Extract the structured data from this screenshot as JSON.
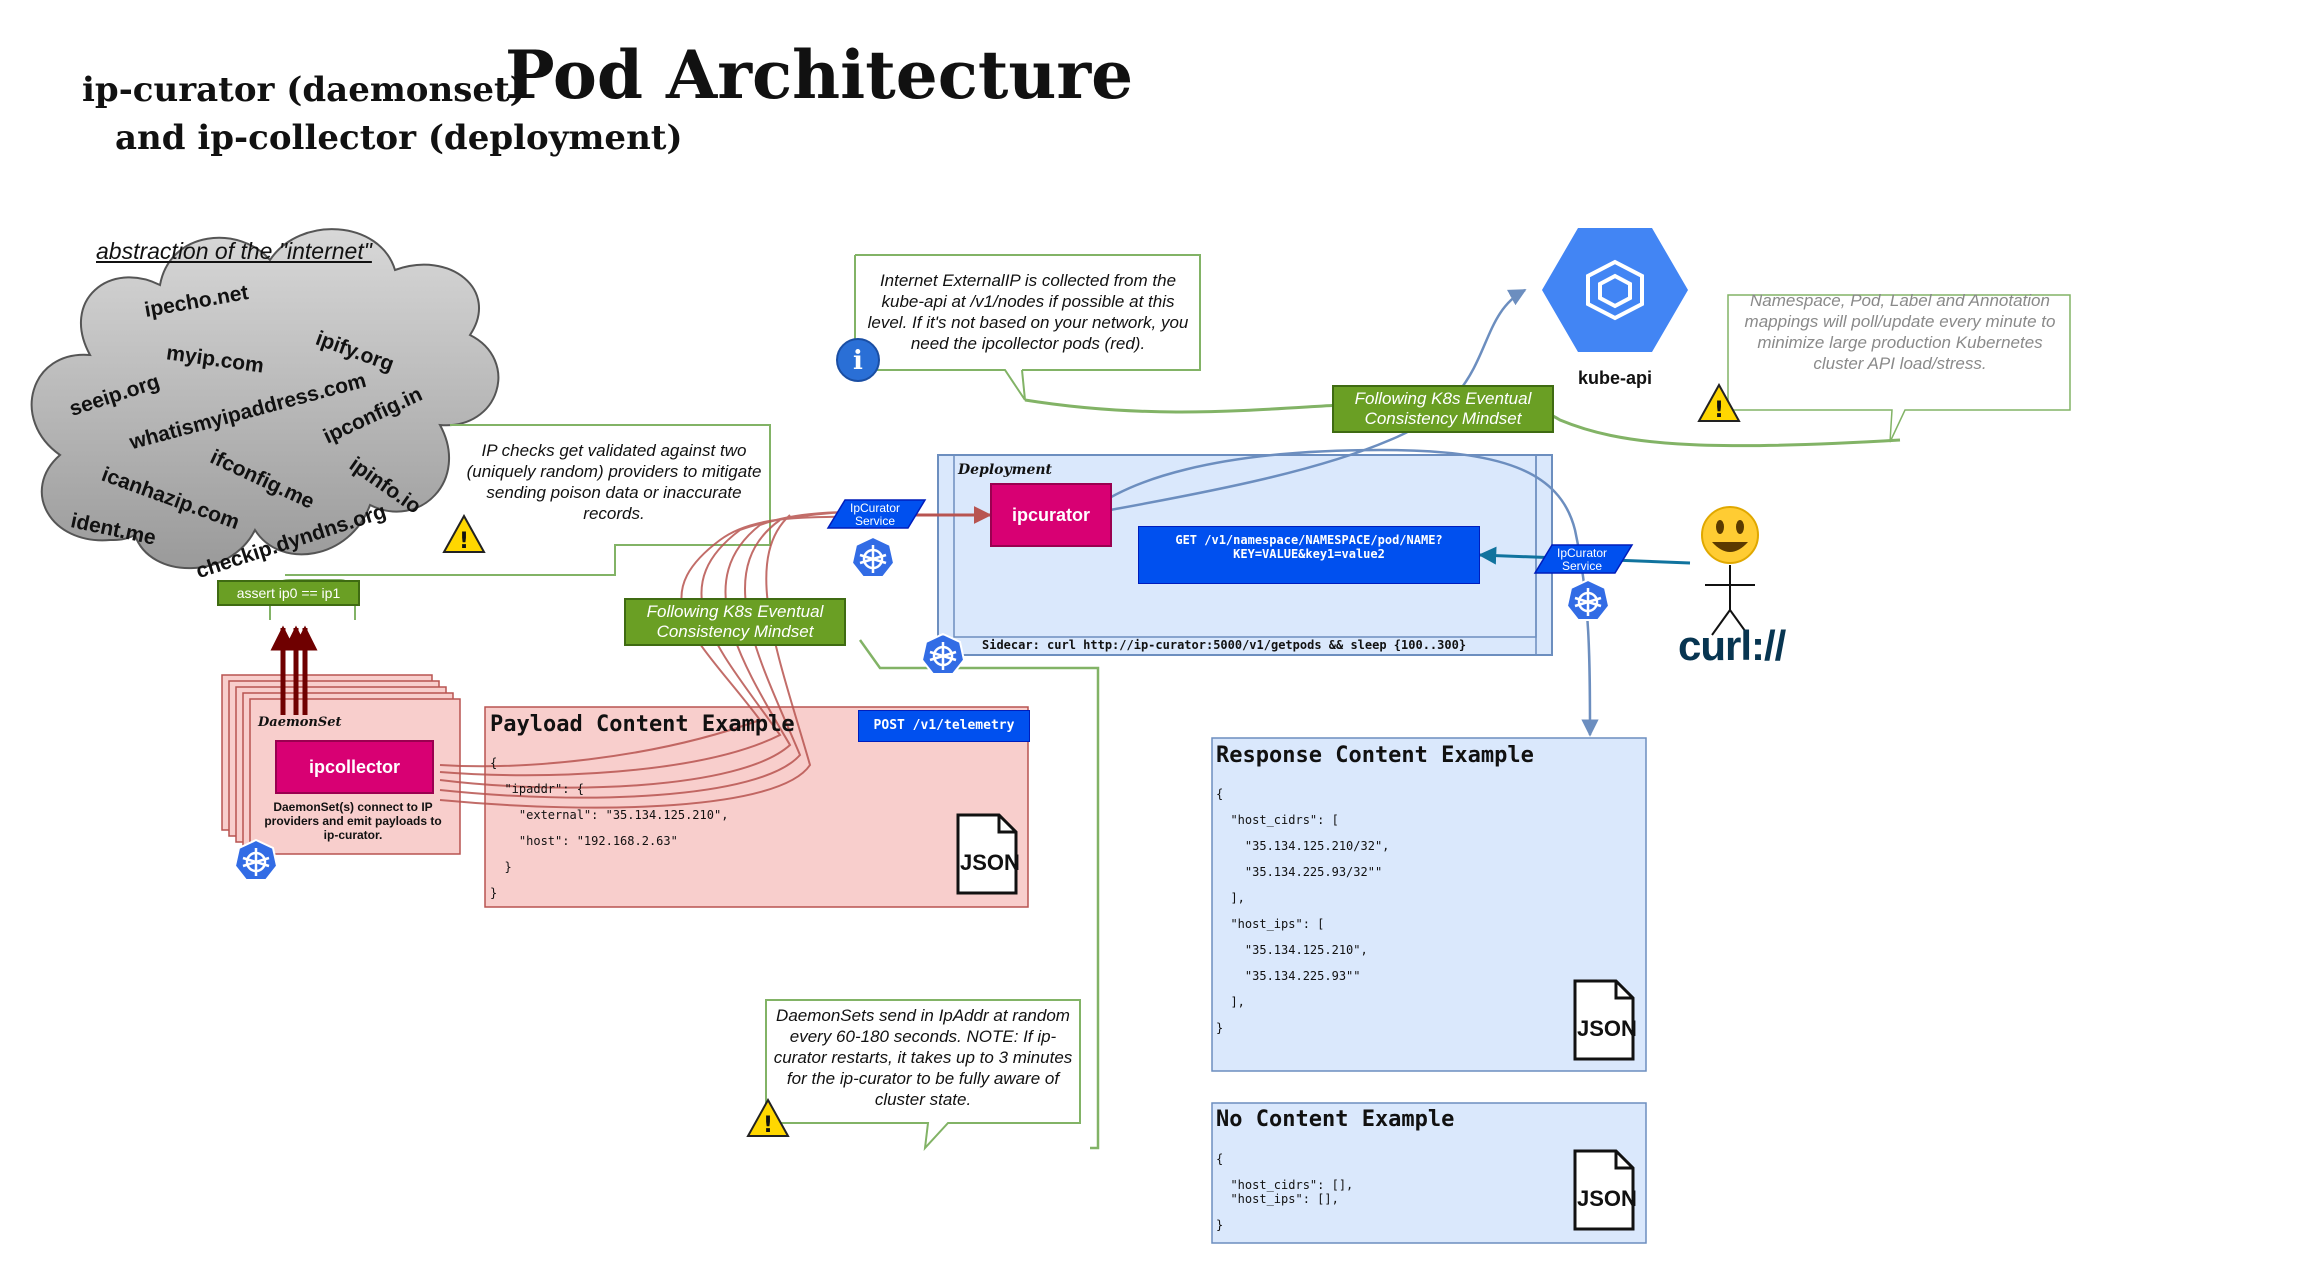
{
  "title": {
    "prefix": "ip-curator (daemonset)",
    "main": "Pod Architecture",
    "line2": "and ip-collector (deployment)"
  },
  "internet": {
    "heading": "abstraction of the \"internet\"",
    "providers": [
      "ipecho.net",
      "myip.com",
      "ipify.org",
      "seeip.org",
      "whatismyipaddress.com",
      "ipconfig.in",
      "ifconfig.me",
      "ipinfo.io",
      "icanhazip.com",
      "ident.me",
      "checkip.dyndns.org"
    ],
    "assert_label": "assert ip0 == ip1"
  },
  "notes": {
    "validation": "IP checks get validated against two (uniquely random) providers to mitigate sending poison data or inaccurate records.",
    "external_ip": "Internet ExternalIP is collected from the kube-api at /v1/nodes if possible at this level. If it's not based on your network, you need the ipcollector pods (red).",
    "polling": "Namespace, Pod, Label and Annotation mappings will poll/update every minute to minimize large production Kubernetes cluster API load/stress.",
    "daemonset_timing": "DaemonSets send in IpAddr at random every 60-180 seconds. NOTE: If ip-curator restarts, it takes up to 3 minutes for the ip-curator to be fully aware of cluster state."
  },
  "consistency_label": "Following K8s Eventual Consistency Mindset",
  "kube_api": {
    "label": "kube-api"
  },
  "service_label": "IpCurator Service",
  "deployment": {
    "title": "Deployment",
    "pod_label": "ipcurator",
    "get_request": "GET /v1/namespace/NAMESPACE/pod/NAME?\nKEY=VALUE&key1=value2",
    "sidecar": "Sidecar: curl http://ip-curator:5000/v1/getpods && sleep {100..300}"
  },
  "daemonset": {
    "title": "DaemonSet",
    "pod_label": "ipcollector",
    "description": "DaemonSet(s) connect to IP providers and emit payloads to ip-curator."
  },
  "payload": {
    "title": "Payload Content Example",
    "endpoint": "POST /v1/telemetry",
    "lines": [
      "{",
      "  \"ipaddr\": {",
      "    \"external\": \"35.134.125.210\",",
      "    \"host\": \"192.168.2.63\"",
      "  }",
      "}"
    ],
    "badge": "JSON"
  },
  "response": {
    "title": "Response Content Example",
    "lines": [
      "{",
      "  \"host_cidrs\": [",
      "    \"35.134.125.210/32\",",
      "    \"35.134.225.93/32\"\"",
      "  ],",
      "  \"host_ips\": [",
      "    \"35.134.125.210\",",
      "    \"35.134.225.93\"\"",
      "  ],",
      "}"
    ],
    "badge": "JSON"
  },
  "no_content": {
    "title": "No Content Example",
    "lines": [
      "{",
      "  \"host_cidrs\": [],",
      "  \"host_ips\": [],",
      "}"
    ],
    "badge": "JSON"
  },
  "client": {
    "tool": "curl://"
  },
  "colors": {
    "green": "#6a9f24",
    "pink": "#d80073",
    "blue": "#0050ef",
    "k8s_blue": "#326ce5",
    "payload_bg": "#f8cecc",
    "response_bg": "#dae8fc"
  }
}
